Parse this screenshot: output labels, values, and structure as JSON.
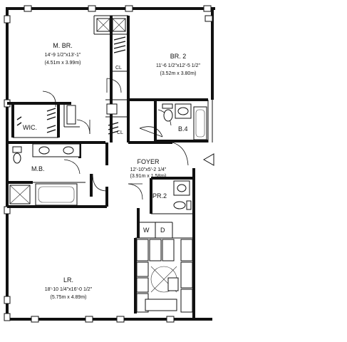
{
  "rooms": {
    "master_bedroom": {
      "name": "M. BR.",
      "dim_imperial": "14'-9 1/2\"x13'-1\"",
      "dim_metric": "(4.51m x 3.99m)"
    },
    "bedroom2": {
      "name": "BR. 2",
      "dim_imperial": "11'-6 1/2\"x12'-5 1/2\"",
      "dim_metric": "(3.52m x 3.80m)"
    },
    "foyer": {
      "name": "FOYER",
      "dim_imperial": "12'-10\"x5'-2 1/4\"",
      "dim_metric": "(3.91m x 1.58m)"
    },
    "living_room": {
      "name": "LR.",
      "dim_imperial": "18'-10 1/4\"x16'-0 1/2\"",
      "dim_metric": "(5.75m x 4.89m)"
    }
  },
  "labels": {
    "closet": "CL",
    "walk_in_closet": "WIC.",
    "master_bath": "M.B.",
    "bath4": "B.4",
    "powder_room": "PR.2",
    "washer": "W",
    "dryer": "D"
  }
}
